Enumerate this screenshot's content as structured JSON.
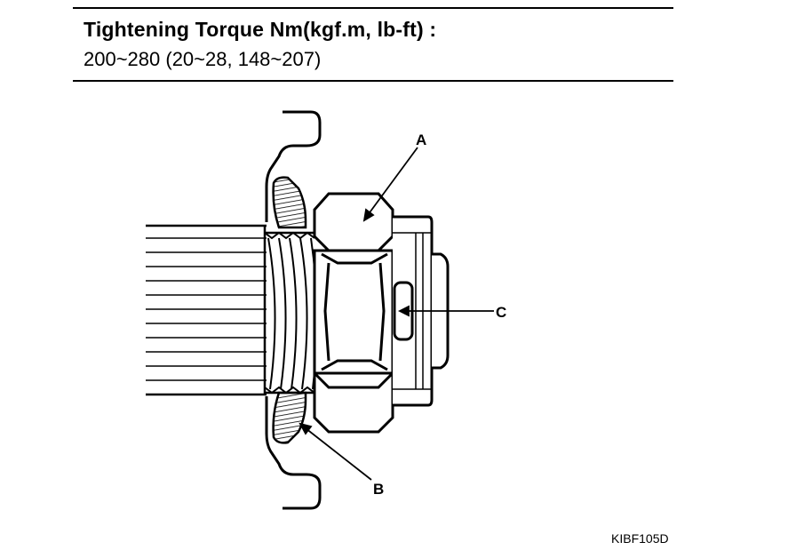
{
  "spec": {
    "title": "Tightening Torque Nm(kgf.m, lb-ft) :",
    "value": "200~280 (20~28, 148~207)"
  },
  "callouts": {
    "a": "A",
    "b": "B",
    "c": "C"
  },
  "figure_code": "KIBF105D"
}
